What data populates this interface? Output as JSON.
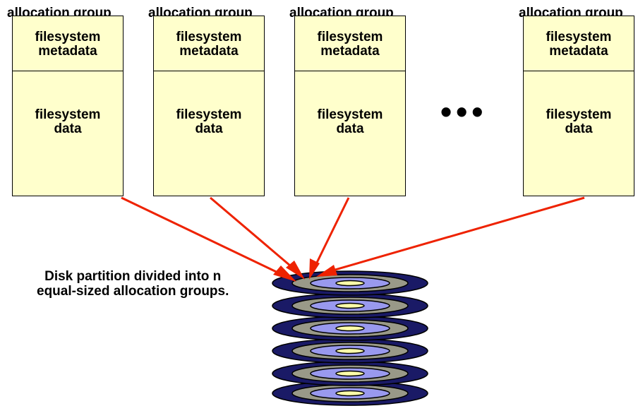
{
  "groups": [
    {
      "title": "allocation group",
      "metadata_l1": "filesystem",
      "metadata_l2": "metadata",
      "data_l1": "filesystem",
      "data_l2": "data"
    },
    {
      "title": "allocation group",
      "metadata_l1": "filesystem",
      "metadata_l2": "metadata",
      "data_l1": "filesystem",
      "data_l2": "data"
    },
    {
      "title": "allocation group",
      "metadata_l1": "filesystem",
      "metadata_l2": "metadata",
      "data_l1": "filesystem",
      "data_l2": "data"
    },
    {
      "title": "allocation group",
      "metadata_l1": "filesystem",
      "metadata_l2": "metadata",
      "data_l1": "filesystem",
      "data_l2": "data"
    }
  ],
  "ellipsis": "•••",
  "caption": {
    "line1": "Disk partition divided into n",
    "line2": "equal-sized allocation groups."
  },
  "colors": {
    "box_fill": "#ffffcc",
    "arrow": "#ee2200",
    "platter_dark": "#1a1a66",
    "platter_gray": "#999988",
    "platter_light": "#9999ee",
    "platter_hub": "#ffffaa"
  }
}
